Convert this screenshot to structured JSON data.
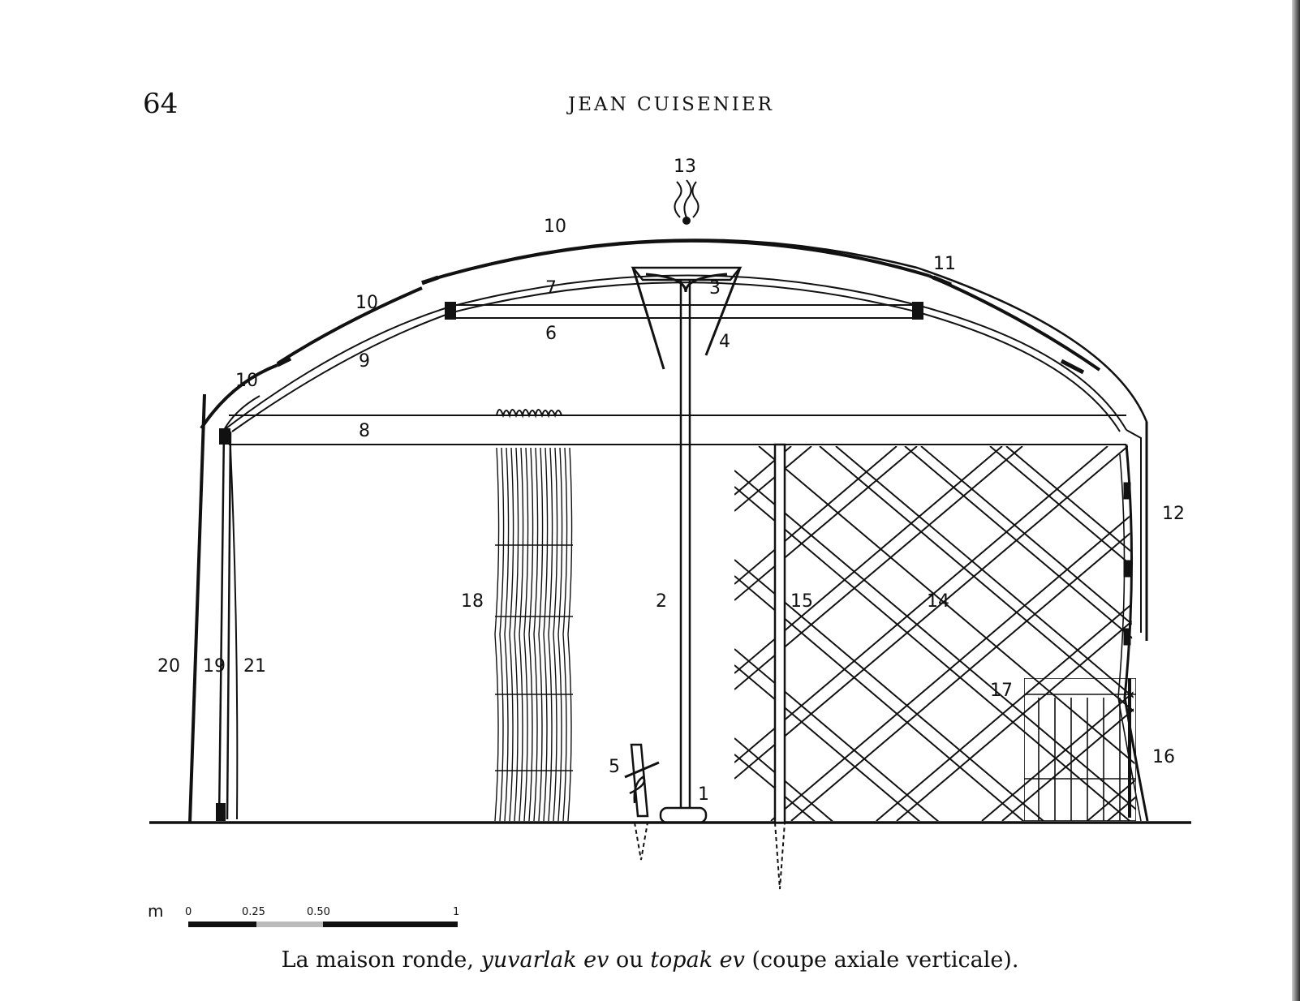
{
  "header": {
    "page_number": "64",
    "running_head": "JEAN CUISENIER"
  },
  "figure": {
    "labels": {
      "l1": "1",
      "l2": "2",
      "l3": "3",
      "l4": "4",
      "l5": "5",
      "l6": "6",
      "l7": "7",
      "l8": "8",
      "l9": "9",
      "l10a": "10",
      "l10b": "10",
      "l10c": "10",
      "l11": "11",
      "l12": "12",
      "l13": "13",
      "l14": "14",
      "l15": "15",
      "l16": "16",
      "l17": "17",
      "l18": "18",
      "l19": "19",
      "l20": "20",
      "l21": "21"
    },
    "scale": {
      "unit": "m",
      "ticks": [
        "0",
        "0.25",
        "0.50",
        "1"
      ]
    }
  },
  "caption": {
    "part1": "La maison ronde, ",
    "term1": "yuvarlak ev",
    "part2": " ou ",
    "term2": "topak ev",
    "part3": " (coupe axiale verticale)."
  }
}
